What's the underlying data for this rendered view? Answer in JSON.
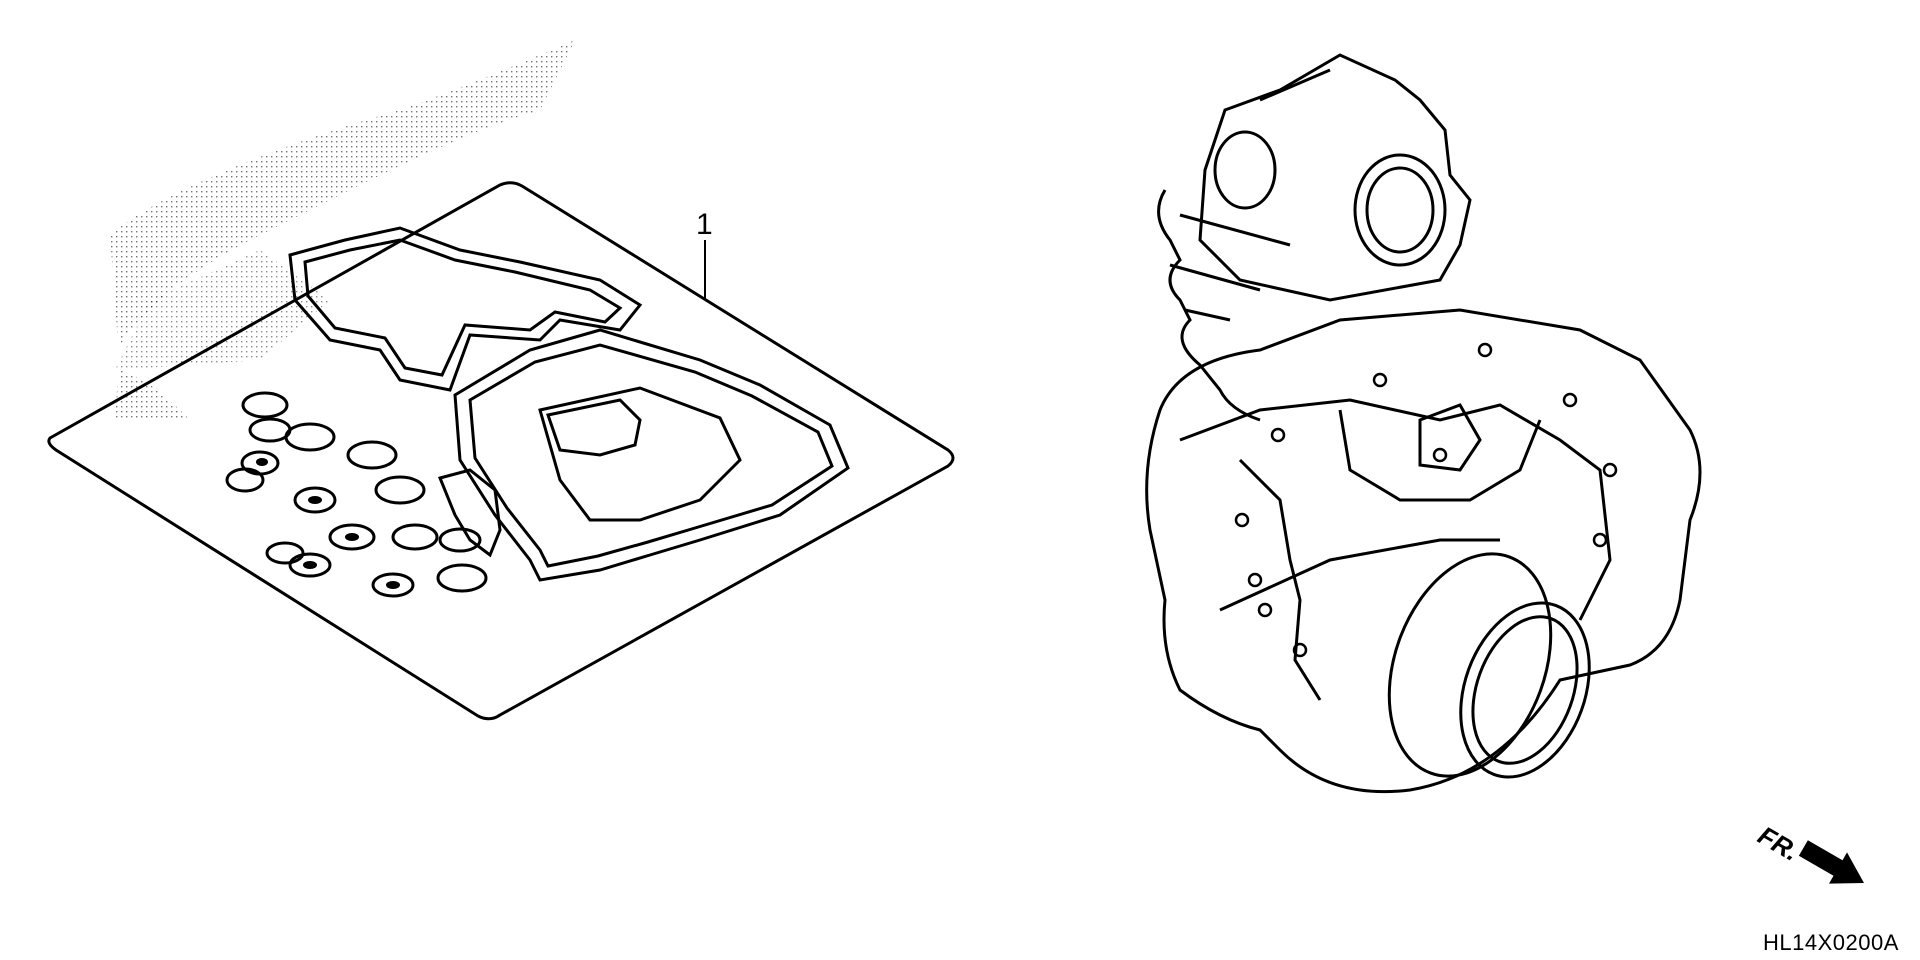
{
  "diagram": {
    "callouts": [
      {
        "label": "1"
      }
    ],
    "direction_indicator": {
      "label": "FR.",
      "icon": "arrow-icon"
    },
    "drawing_code": "HL14X0200A"
  }
}
